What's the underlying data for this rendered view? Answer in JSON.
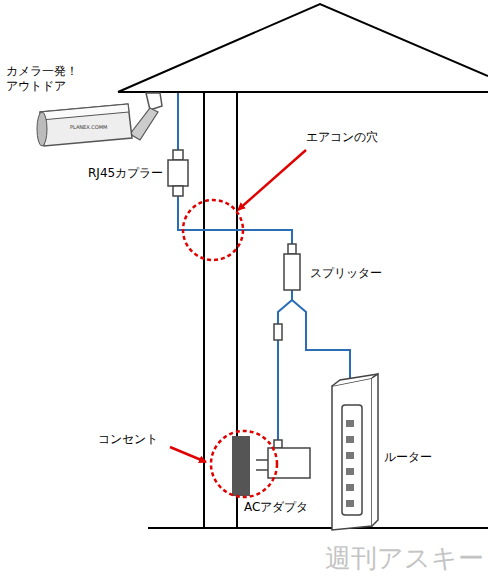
{
  "diagram": {
    "labels": [
      "カメラ一発！ アウトドア",
      "PLANEX.COMM",
      "RJ45カプラー",
      "エアコンの穴",
      "スプリッター",
      "コンセント",
      "ACアダプタ",
      "ルーター",
      "週刊アスキー"
    ]
  }
}
